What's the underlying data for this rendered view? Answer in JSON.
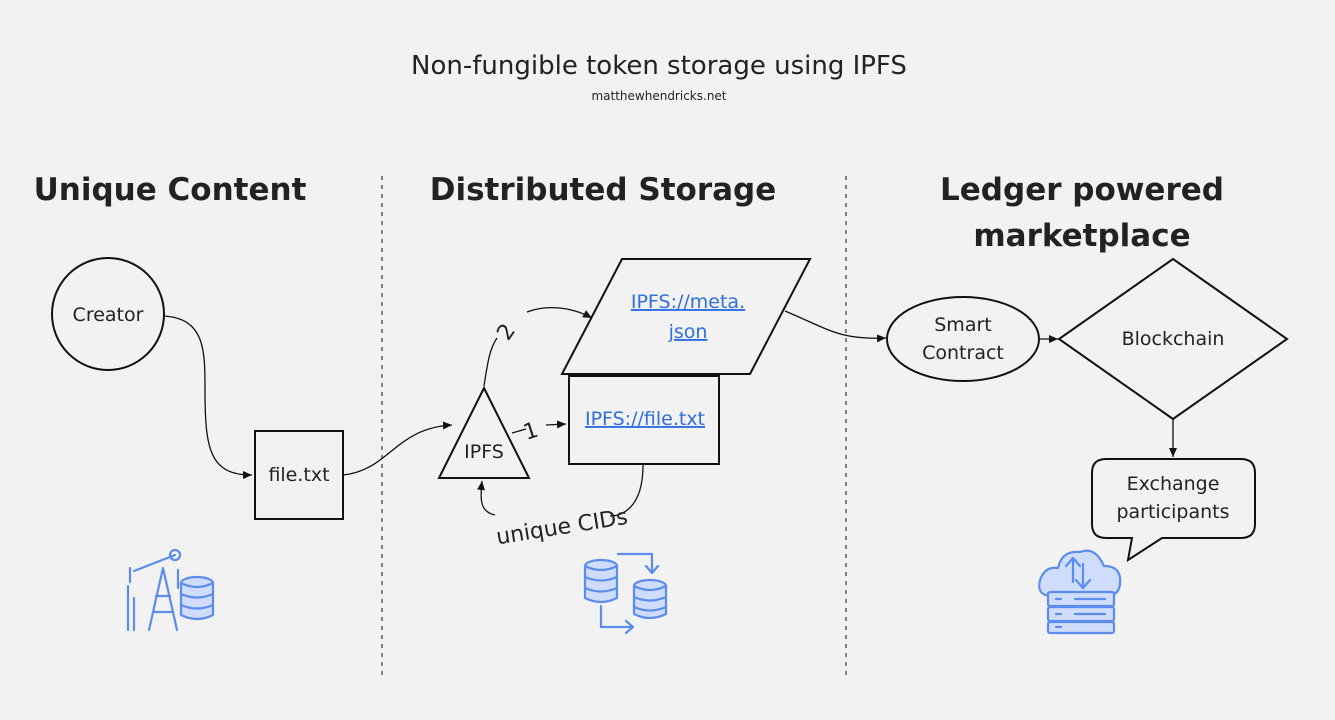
{
  "header": {
    "title": "Non-fungible token storage using IPFS",
    "subtitle": "matthewhendricks.net"
  },
  "sections": {
    "unique_content": "Unique Content",
    "distributed_storage": "Distributed Storage",
    "ledger_line1": "Ledger powered",
    "ledger_line2": "marketplace"
  },
  "nodes": {
    "creator": "Creator",
    "file": "file.txt",
    "ipfs": "IPFS",
    "meta_line1": "IPFS://meta.",
    "meta_line2": "json",
    "file_link": "IPFS://file.txt",
    "smart_line1": "Smart",
    "smart_line2": "Contract",
    "blockchain": "Blockchain",
    "exchange_line1": "Exchange",
    "exchange_line2": "participants"
  },
  "edge_labels": {
    "step1": "1",
    "step2": "2",
    "unique_cids": "unique CIDs"
  },
  "icons": {
    "content": "oil-pump-database-icon",
    "storage": "database-sync-icon",
    "marketplace": "cloud-server-icon"
  },
  "colors": {
    "background": "#f2f2f2",
    "link": "#2f6fe0",
    "icon": "#5b8def"
  }
}
